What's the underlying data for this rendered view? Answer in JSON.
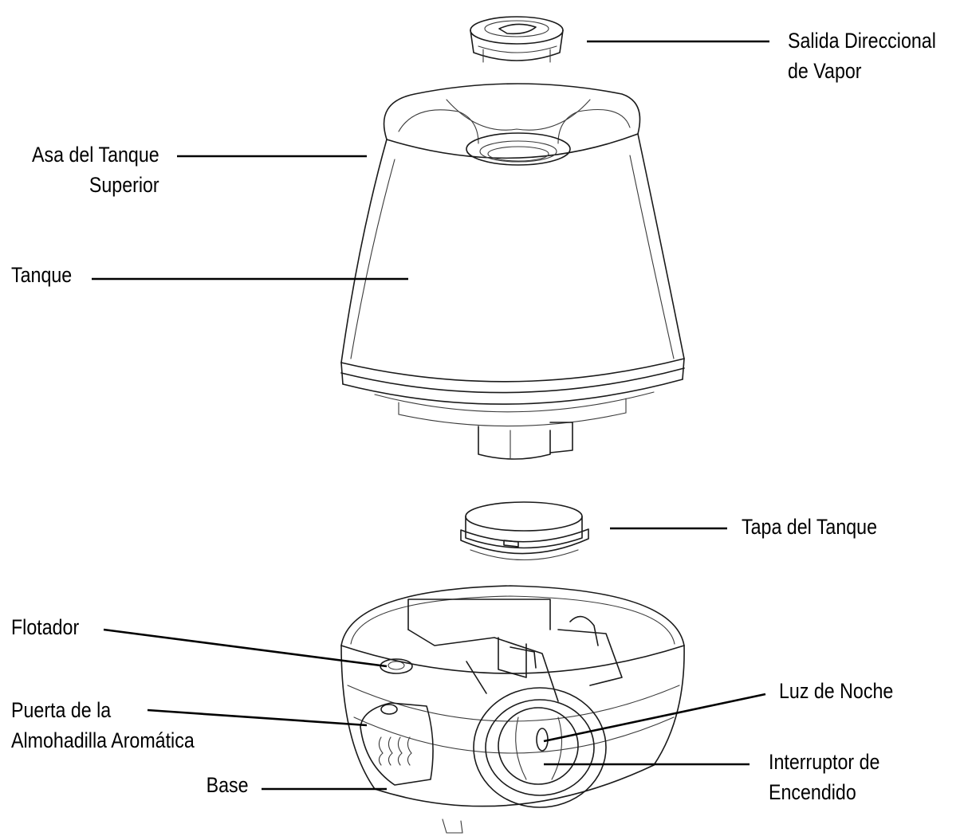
{
  "diagram": {
    "labels": {
      "salida": {
        "line1": "Salida Direccional",
        "line2": "de Vapor"
      },
      "asa": {
        "line1": "Asa del Tanque",
        "line2": "Superior"
      },
      "tanque": {
        "line1": "Tanque"
      },
      "tapa": {
        "line1": "Tapa del Tanque"
      },
      "flotador": {
        "line1": "Flotador"
      },
      "luz": {
        "line1": "Luz de Noche"
      },
      "puerta": {
        "line1": "Puerta de la",
        "line2": "Almohadilla Aromática"
      },
      "interruptor": {
        "line1": "Interruptor de",
        "line2": "Encendido"
      },
      "base": {
        "line1": "Base"
      }
    },
    "colors": {
      "ink": "#000000",
      "background": "#ffffff"
    }
  }
}
